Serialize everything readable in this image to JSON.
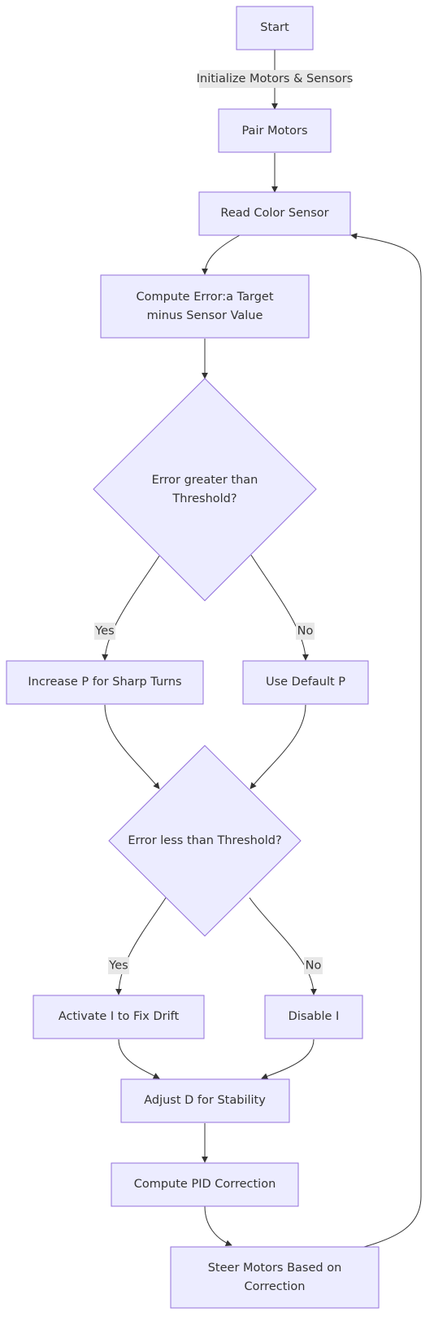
{
  "nodes": {
    "start": "Start",
    "pair_motors": "Pair Motors",
    "read_color_sensor": "Read Color Sensor",
    "compute_error": [
      "Compute Error:a Target",
      "minus Sensor Value"
    ],
    "decision_greater": [
      "Error greater than",
      "Threshold?"
    ],
    "increase_p": "Increase P for Sharp Turns",
    "use_default_p": "Use Default P",
    "decision_less": "Error less than Threshold?",
    "activate_i": "Activate I to Fix Drift",
    "disable_i": "Disable I",
    "adjust_d": "Adjust D for Stability",
    "compute_pid": "Compute PID Correction",
    "steer_motors": [
      "Steer Motors Based on",
      "Correction"
    ]
  },
  "edge_labels": {
    "init": "Initialize Motors & Sensors",
    "greater_yes": "Yes",
    "greater_no": "No",
    "less_yes": "Yes",
    "less_no": "No"
  },
  "colors": {
    "node_fill": "#ECECFF",
    "node_stroke": "#9370DB",
    "edge": "#333333",
    "label_bg": "#e8e8e8",
    "text": "#333333"
  }
}
